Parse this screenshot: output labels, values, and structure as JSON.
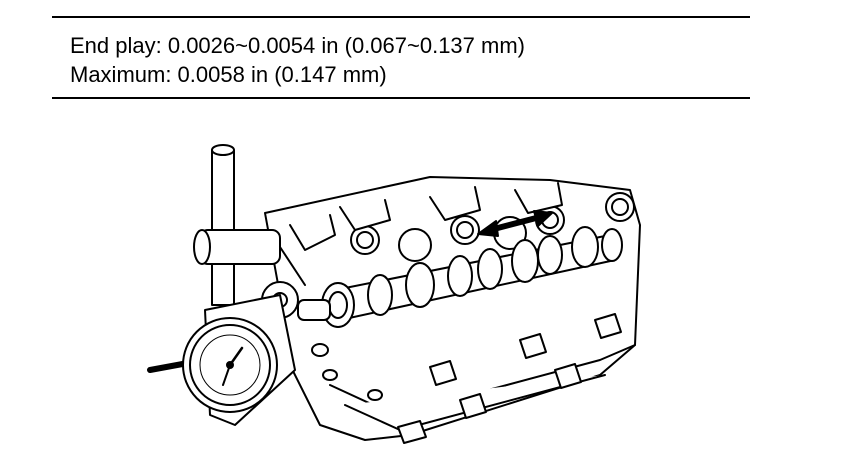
{
  "spec": {
    "end_play": "End play:  0.0026~0.0054 in (0.067~0.137 mm)",
    "maximum": "Maximum:  0.0058 in (0.147 mm)"
  },
  "illustration": {
    "subject": "camshaft end play measurement with dial indicator",
    "icon": "dial-indicator-icon"
  }
}
